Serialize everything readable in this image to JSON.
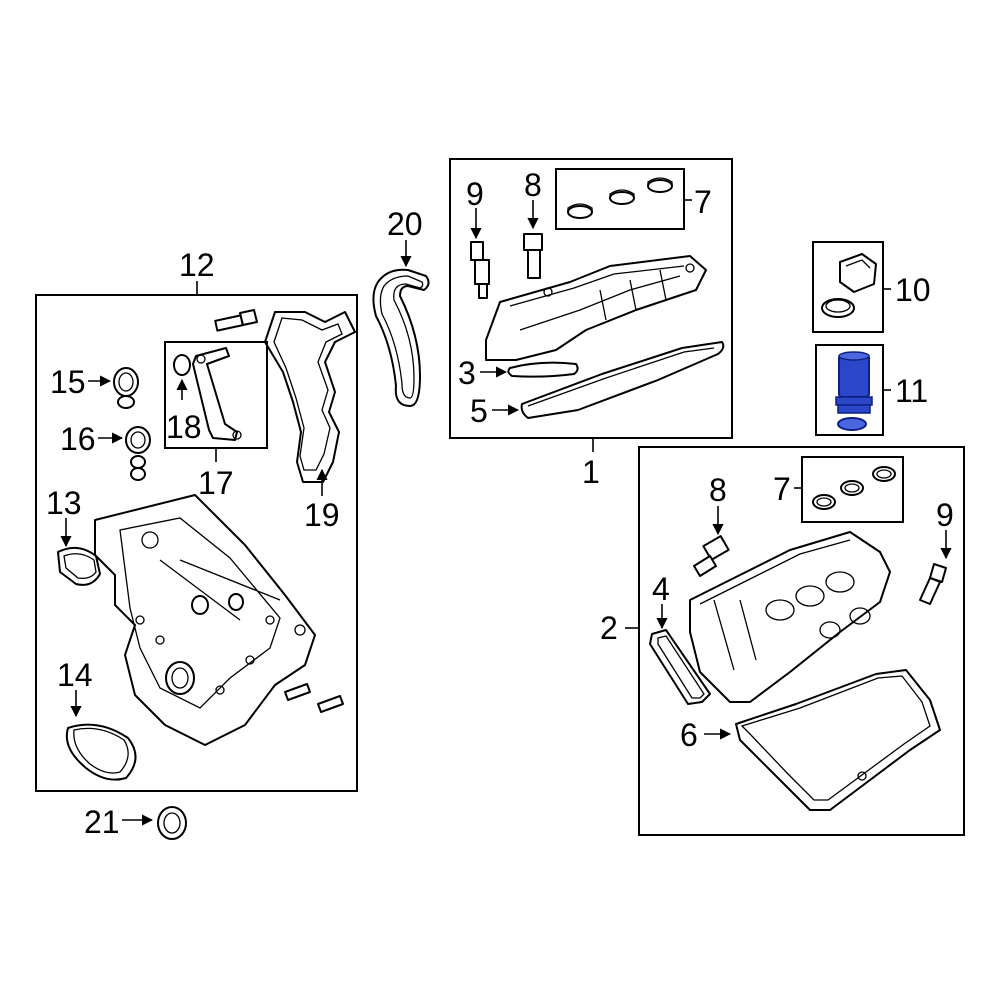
{
  "labels": {
    "l1": "1",
    "l2": "2",
    "l3": "3",
    "l4": "4",
    "l5": "5",
    "l6": "6",
    "l7a": "7",
    "l7b": "7",
    "l8a": "8",
    "l8b": "8",
    "l9a": "9",
    "l9b": "9",
    "l10": "10",
    "l11": "11",
    "l12": "12",
    "l13": "13",
    "l14": "14",
    "l15": "15",
    "l16": "16",
    "l17": "17",
    "l18": "18",
    "l19": "19",
    "l20": "20",
    "l21": "21"
  },
  "colors": {
    "line": "#000000",
    "highlight": "#2b47c9",
    "highlight_dark": "#0d1f80",
    "background": "#ffffff"
  },
  "highlighted_part": "11"
}
